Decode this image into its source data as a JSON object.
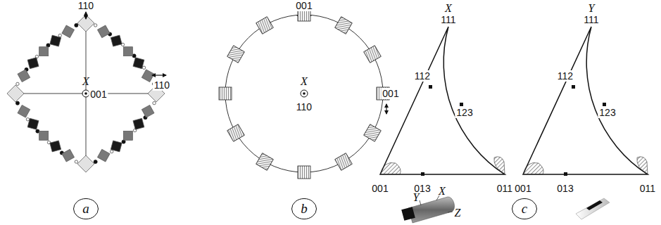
{
  "diagram": {
    "nodes": [
      {
        "text": [
          "a"
        ]
      },
      {
        "text": [
          "b"
        ]
      },
      {
        "text": [
          "c"
        ]
      }
    ],
    "labels": [
      "110",
      "X",
      "001",
      "110",
      "001",
      "X",
      "110",
      "001",
      "X",
      "111",
      "112",
      "123",
      "001",
      "013",
      "011",
      "Y",
      "111",
      "112",
      "123",
      "001",
      "013",
      "011",
      "Y",
      "X",
      "Z"
    ]
  }
}
